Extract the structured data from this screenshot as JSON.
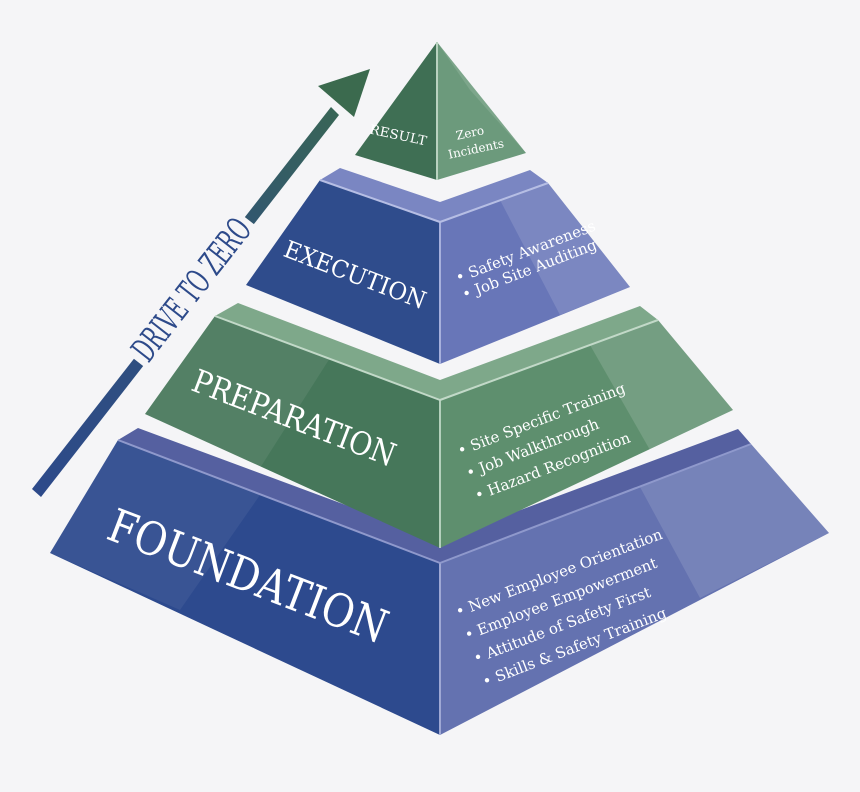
{
  "arrow_label": "DRIVE TO ZERO",
  "levels": {
    "result": {
      "label": "RESULT",
      "text_line1": "Zero",
      "text_line2": "Incidents",
      "color_left": "#3f6f54",
      "color_right": "#6c9a7c"
    },
    "execution": {
      "label": "EXECUTION",
      "items": [
        "Safety Awareness",
        "Job Site Auditing"
      ],
      "color_left": "#2f4c8c",
      "color_right": "#6876b8"
    },
    "preparation": {
      "label": "PREPARATION",
      "items": [
        "Site Specific Training",
        "Job Walkthrough",
        "Hazard Recognition"
      ],
      "color_left": "#46775a",
      "color_right": "#5e8f6e"
    },
    "foundation": {
      "label": "FOUNDATION",
      "items": [
        "New Employee Orientation",
        "Employee Empowerment",
        "Attitude of Safety First",
        "Skills & Safety Training"
      ],
      "color_left": "#2d4a8e",
      "color_right": "#6472b0"
    }
  },
  "colors": {
    "background": "#f5f5f7",
    "arrow_blue": "#2d4a8a",
    "arrow_green": "#3b6a4e"
  }
}
